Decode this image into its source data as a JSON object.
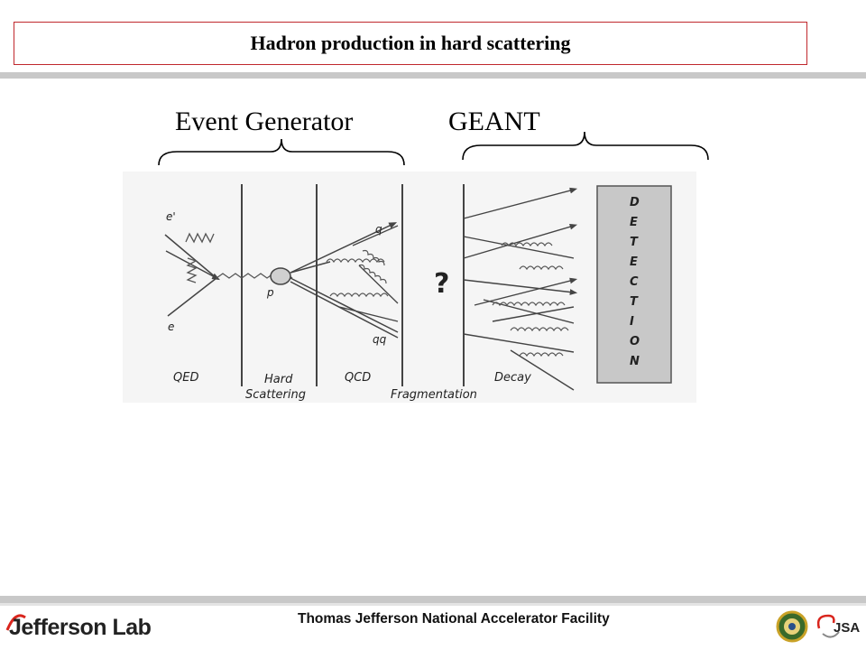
{
  "slide": {
    "title": "Hadron production in hard scattering"
  },
  "labels": {
    "event_generator": "Event Generator",
    "geant": "GEANT"
  },
  "diagram": {
    "particles": {
      "e_prime": "e'",
      "e": "e",
      "q": "q",
      "p": "p",
      "qq": "qq"
    },
    "question_mark": "?",
    "detection_letters": [
      "D",
      "E",
      "T",
      "E",
      "C",
      "T",
      "I",
      "O",
      "N"
    ],
    "stages": {
      "qed": "QED",
      "hard": "Hard",
      "scattering": "Scattering",
      "qcd": "QCD",
      "fragmentation": "Fragmentation",
      "decay": "Decay"
    }
  },
  "footer": {
    "lab_name": "Jefferson Lab",
    "facility": "Thomas Jefferson National Accelerator Facility",
    "jsa": "JSA"
  },
  "colors": {
    "title_border": "#c0282d",
    "logo_accent": "#d9251d",
    "detector_fill": "#c8c8c8"
  }
}
